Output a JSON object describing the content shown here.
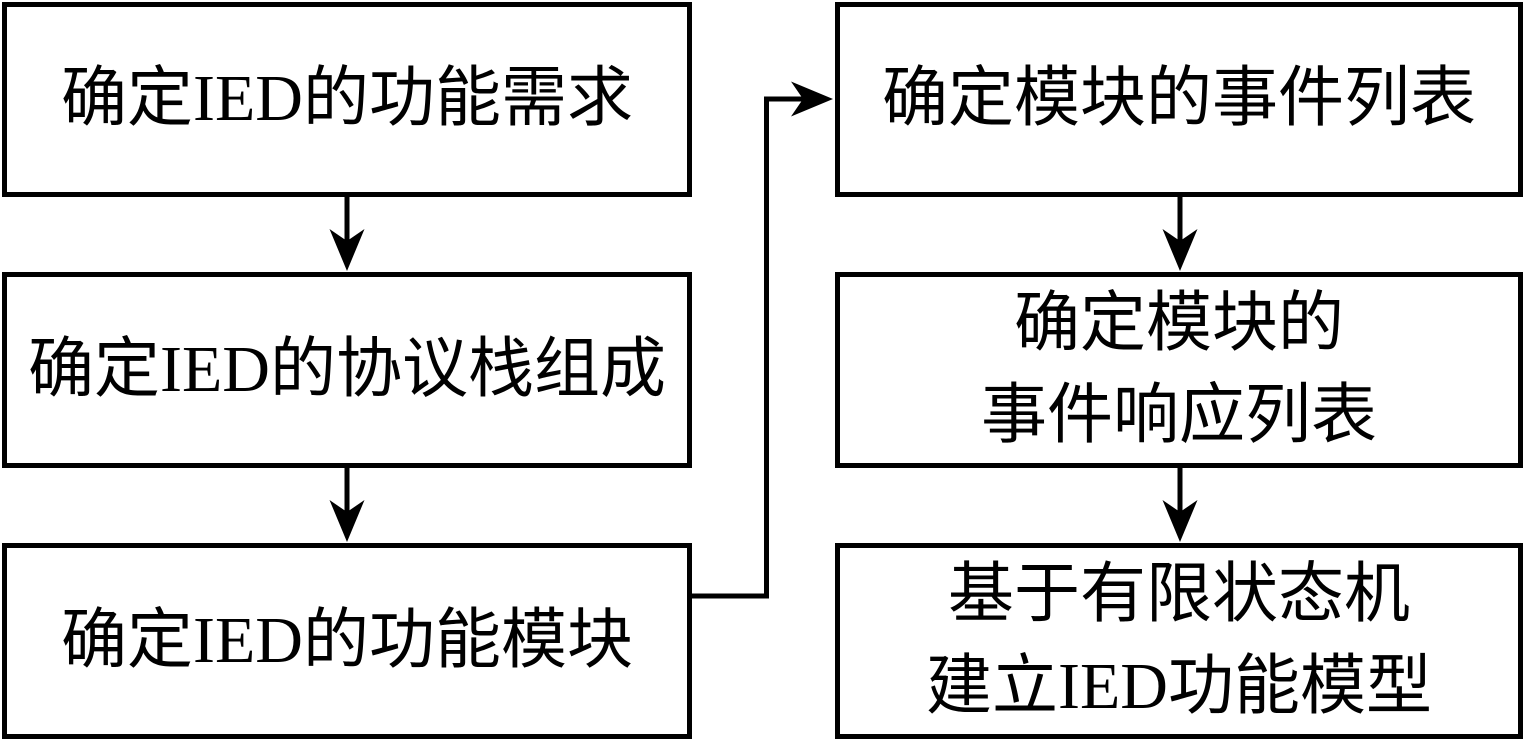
{
  "diagram": {
    "type": "flowchart",
    "colors": {
      "background": "#ffffff",
      "line": "#000000",
      "text": "#000000",
      "box_fill": "#ffffff"
    },
    "boxes": [
      {
        "id": "determine-ied-functional-requirements",
        "lines": [
          "确定IED的功能需求"
        ]
      },
      {
        "id": "determine-ied-protocol-stack",
        "lines": [
          "确定IED的协议栈组成"
        ]
      },
      {
        "id": "determine-ied-functional-modules",
        "lines": [
          "确定IED的功能模块"
        ]
      },
      {
        "id": "determine-module-event-list",
        "lines": [
          "确定模块的事件列表"
        ]
      },
      {
        "id": "determine-module-event-response-list",
        "lines": [
          "确定模块的",
          "事件响应列表"
        ]
      },
      {
        "id": "build-ied-functional-model-fsm",
        "lines": [
          "基于有限状态机",
          "建立IED功能模型"
        ]
      }
    ],
    "edges": [
      {
        "from": "determine-ied-functional-requirements",
        "to": "determine-ied-protocol-stack",
        "style": "straight-down-arrow"
      },
      {
        "from": "determine-ied-protocol-stack",
        "to": "determine-ied-functional-modules",
        "style": "straight-down-arrow"
      },
      {
        "from": "determine-ied-functional-modules",
        "to": "determine-module-event-list",
        "style": "elbow-right-up-right-arrow"
      },
      {
        "from": "determine-module-event-list",
        "to": "determine-module-event-response-list",
        "style": "straight-down-arrow"
      },
      {
        "from": "determine-module-event-response-list",
        "to": "build-ied-functional-model-fsm",
        "style": "straight-down-arrow"
      }
    ]
  }
}
